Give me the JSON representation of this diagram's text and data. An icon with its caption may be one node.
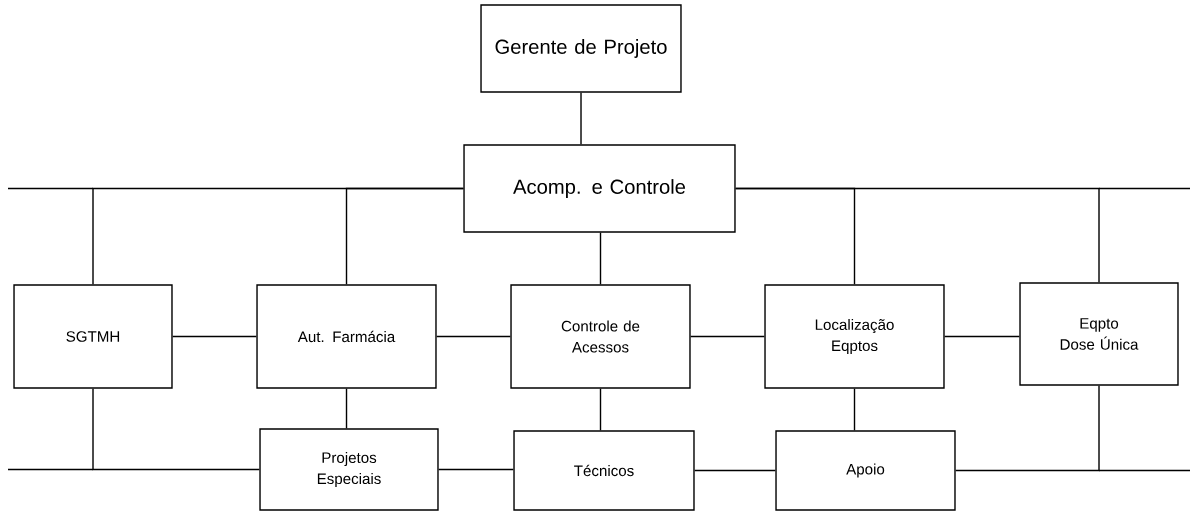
{
  "diagram": {
    "nodes": [
      {
        "text": [
          "Gerente de Projeto"
        ]
      },
      {
        "text": [
          "Acomp. e Controle"
        ]
      },
      {
        "text": [
          "SGTMH"
        ]
      },
      {
        "text": [
          "Aut. Farmácia"
        ]
      },
      {
        "text": [
          "Controle de Acessos"
        ]
      },
      {
        "text": [
          "Localização Eqptos"
        ]
      },
      {
        "text": [
          "Eqpto Dose Única"
        ]
      },
      {
        "text": [
          "Projetos Especiais"
        ]
      },
      {
        "text": [
          "Técnicos"
        ]
      },
      {
        "text": [
          "Apoio"
        ]
      }
    ],
    "edges": [
      {
        "from": 0,
        "to": 1,
        "arrow": "none"
      },
      {
        "from": 1,
        "to": 2,
        "arrow": "none"
      },
      {
        "from": 1,
        "to": 3,
        "arrow": "none"
      },
      {
        "from": 1,
        "to": 4,
        "arrow": "none"
      },
      {
        "from": 1,
        "to": 5,
        "arrow": "none"
      },
      {
        "from": 1,
        "to": 6,
        "arrow": "none"
      },
      {
        "from": 2,
        "to": 3,
        "arrow": "none"
      },
      {
        "from": 3,
        "to": 4,
        "arrow": "none"
      },
      {
        "from": 4,
        "to": 5,
        "arrow": "none"
      },
      {
        "from": 5,
        "to": 6,
        "arrow": "none"
      },
      {
        "from": 3,
        "to": 7,
        "arrow": "none"
      },
      {
        "from": 4,
        "to": 8,
        "arrow": "none"
      },
      {
        "from": 5,
        "to": 9,
        "arrow": "none"
      },
      {
        "from": 2,
        "to": 7,
        "arrow": "none"
      },
      {
        "from": 7,
        "to": 8,
        "arrow": "none"
      },
      {
        "from": 8,
        "to": 9,
        "arrow": "none"
      },
      {
        "from": 9,
        "to": 6,
        "arrow": "none"
      }
    ]
  }
}
